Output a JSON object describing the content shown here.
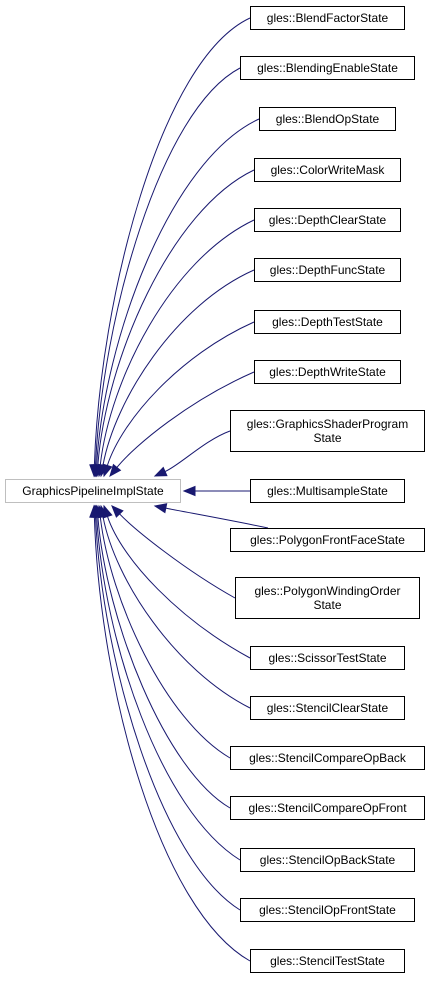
{
  "diagram": {
    "root": {
      "label": "GraphicsPipelineImplState"
    },
    "children": [
      {
        "label": "gles::BlendFactorState"
      },
      {
        "label": "gles::BlendingEnableState"
      },
      {
        "label": "gles::BlendOpState"
      },
      {
        "label": "gles::ColorWriteMask"
      },
      {
        "label": "gles::DepthClearState"
      },
      {
        "label": "gles::DepthFuncState"
      },
      {
        "label": "gles::DepthTestState"
      },
      {
        "label": "gles::DepthWriteState"
      },
      {
        "label": "gles::GraphicsShaderProgram\nState"
      },
      {
        "label": "gles::MultisampleState"
      },
      {
        "label": "gles::PolygonFrontFaceState"
      },
      {
        "label": "gles::PolygonWindingOrder\nState"
      },
      {
        "label": "gles::ScissorTestState"
      },
      {
        "label": "gles::StencilClearState"
      },
      {
        "label": "gles::StencilCompareOpBack"
      },
      {
        "label": "gles::StencilCompareOpFront"
      },
      {
        "label": "gles::StencilOpBackState"
      },
      {
        "label": "gles::StencilOpFrontState"
      },
      {
        "label": "gles::StencilTestState"
      }
    ],
    "edge_color": "#191970",
    "border_color": "#000000",
    "root_border_color": "#bfbfbf"
  }
}
